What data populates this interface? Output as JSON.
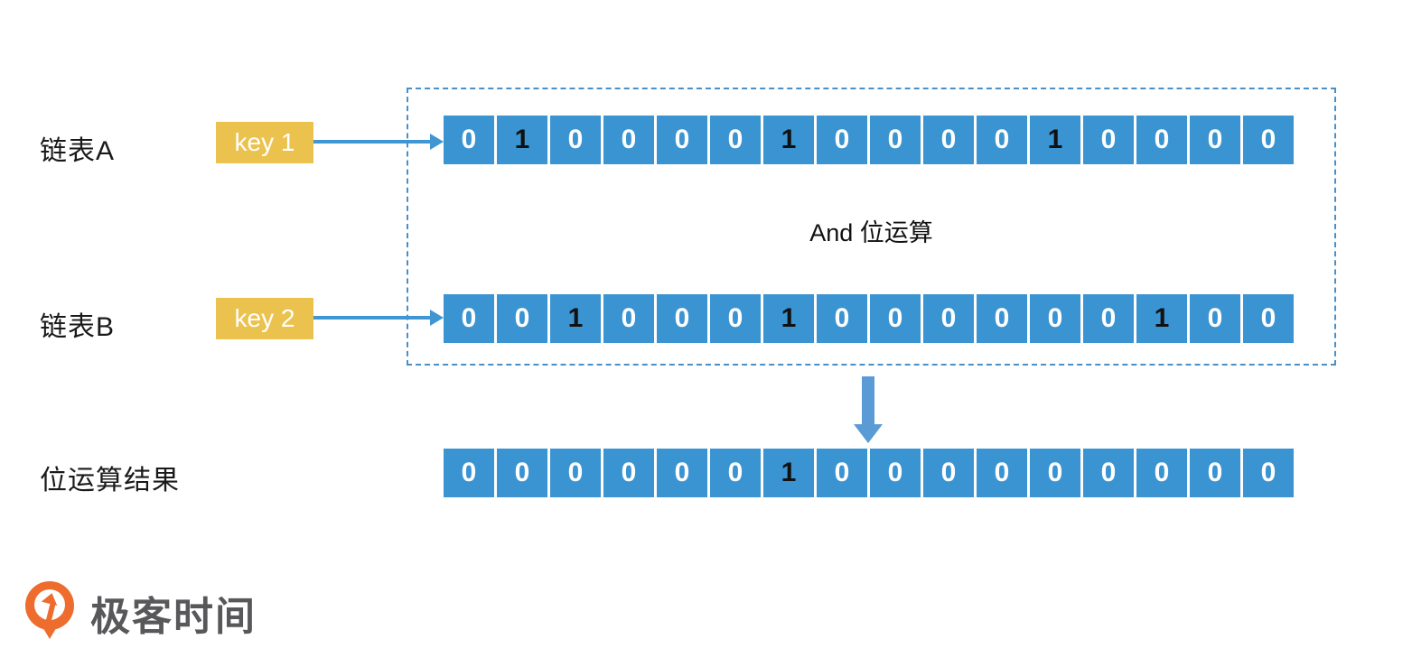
{
  "diagram": {
    "operation_label": "And 位运算",
    "rows": [
      {
        "id": "row-a",
        "label": "链表A",
        "key_label": "key 1",
        "bits": [
          0,
          1,
          0,
          0,
          0,
          0,
          1,
          0,
          0,
          0,
          0,
          1,
          0,
          0,
          0,
          0
        ]
      },
      {
        "id": "row-b",
        "label": "链表B",
        "key_label": "key 2",
        "bits": [
          0,
          0,
          1,
          0,
          0,
          0,
          1,
          0,
          0,
          0,
          0,
          0,
          0,
          1,
          0,
          0
        ]
      },
      {
        "id": "result",
        "label": "位运算结果",
        "bits": [
          0,
          0,
          0,
          0,
          0,
          0,
          1,
          0,
          0,
          0,
          0,
          0,
          0,
          0,
          0,
          0
        ]
      }
    ],
    "icons": {
      "right_arrow": "right-arrow-icon",
      "down_arrow": "down-arrow-icon",
      "logo_mark": "geektime-pin-icon"
    },
    "colors": {
      "cell_blue": "#3b94d2",
      "key_yellow": "#ecc24e",
      "arrow_blue": "#3f96d3",
      "down_arrow_blue": "#5b9bd5",
      "dashed_border": "#4a90c8",
      "bit_zero": "#ffffff",
      "bit_one": "#111111",
      "logo_orange": "#ee6c2d",
      "logo_text": "#58585a"
    },
    "logo": {
      "text": "极客时间"
    }
  }
}
